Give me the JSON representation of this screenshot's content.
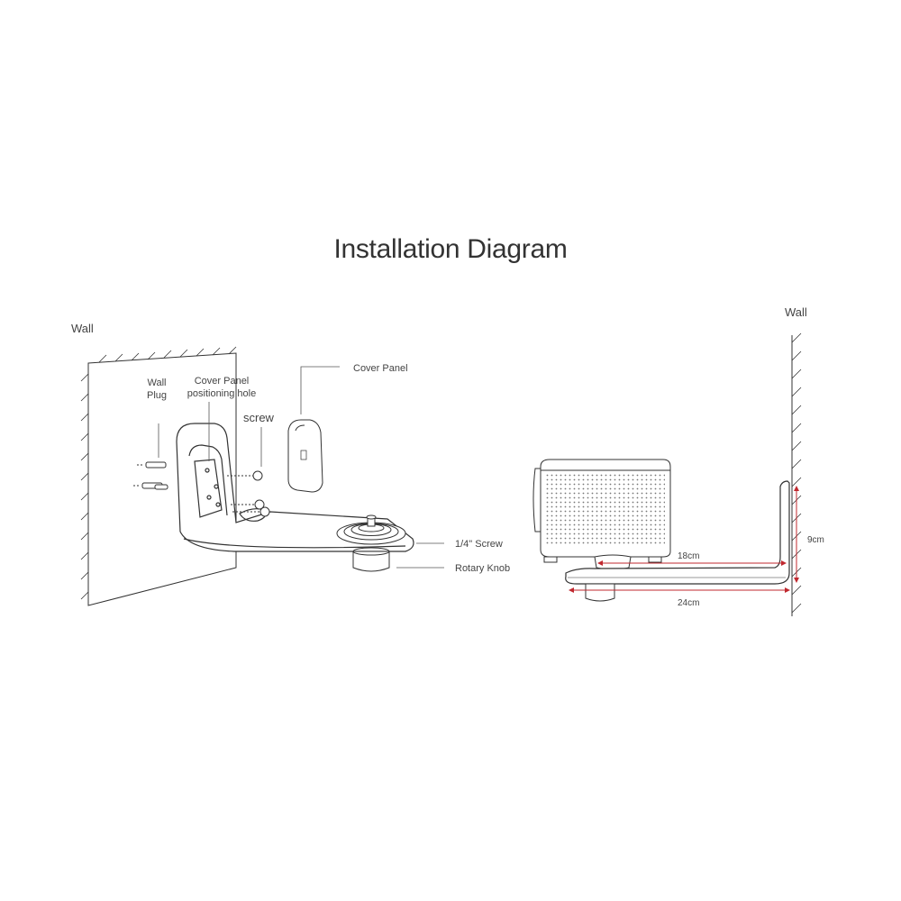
{
  "title": "Installation Diagram",
  "left_view": {
    "wall_label": "Wall",
    "wall_plug_label_line1": "Wall",
    "wall_plug_label_line2": "Plug",
    "cover_panel_hole_line1": "Cover Panel",
    "cover_panel_hole_line2": "positioning hole",
    "screw_label": "screw",
    "cover_panel_label": "Cover Panel",
    "quarter_screw_label": "1/4\" Screw",
    "rotary_knob_label": "Rotary Knob"
  },
  "right_view": {
    "wall_label": "Wall",
    "dim_depth_inner": "18cm",
    "dim_depth_total": "24cm",
    "dim_height": "9cm"
  },
  "colors": {
    "line": "#333333",
    "dimension": "#c0282f",
    "hatch": "#444444"
  }
}
